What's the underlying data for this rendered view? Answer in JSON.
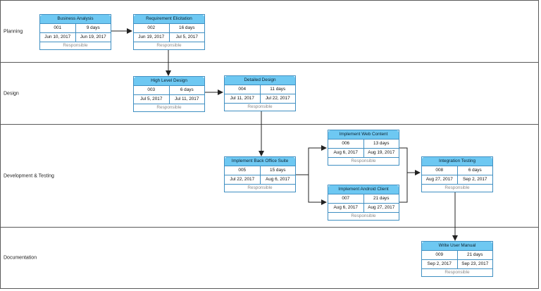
{
  "lanes": [
    {
      "name": "Planning"
    },
    {
      "name": "Design"
    },
    {
      "name": "Development & Testing"
    },
    {
      "name": "Documentation"
    }
  ],
  "tasks": [
    {
      "title": "Business Analysis",
      "id": "001",
      "duration": "9 days",
      "start": "Jun 10, 2017",
      "end": "Jun 19, 2017",
      "responsible": "Responsible"
    },
    {
      "title": "Requirement Elicitation",
      "id": "002",
      "duration": "16 days",
      "start": "Jun 19, 2017",
      "end": "Jul 5, 2017",
      "responsible": "Responsible"
    },
    {
      "title": "High Level Design",
      "id": "003",
      "duration": "6 days",
      "start": "Jul 5, 2017",
      "end": "Jul 11, 2017",
      "responsible": "Responsible"
    },
    {
      "title": "Detailed Design",
      "id": "004",
      "duration": "11 days",
      "start": "Jul 11, 2017",
      "end": "Jul 22, 2017",
      "responsible": "Responsible"
    },
    {
      "title": "Implement Back Office Suite",
      "id": "005",
      "duration": "15 days",
      "start": "Jul 22, 2017",
      "end": "Aug 6, 2017",
      "responsible": "Responsible"
    },
    {
      "title": "Implement Web Content",
      "id": "006",
      "duration": "13 days",
      "start": "Aug 6, 2017",
      "end": "Aug 19, 2017",
      "responsible": "Responsible"
    },
    {
      "title": "Implement Android Client",
      "id": "007",
      "duration": "21 days",
      "start": "Aug 6, 2017",
      "end": "Aug 27, 2017",
      "responsible": "Responsible"
    },
    {
      "title": "Integration Testing",
      "id": "008",
      "duration": "6 days",
      "start": "Aug 27, 2017",
      "end": "Sep 2, 2017",
      "responsible": "Responsible"
    },
    {
      "title": "Write User Manual",
      "id": "009",
      "duration": "21 days",
      "start": "Sep 2, 2017",
      "end": "Sep 23, 2017",
      "responsible": "Responsible"
    }
  ],
  "colors": {
    "task_header": "#6ec8f2",
    "task_border": "#3f8fc2",
    "connector": "#222222"
  }
}
